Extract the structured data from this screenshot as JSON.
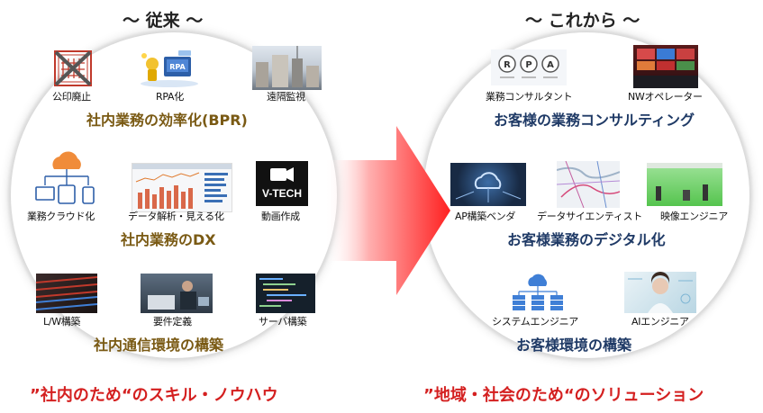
{
  "left": {
    "heading": "～ 従来 ～",
    "items": [
      {
        "label": "公印廃止",
        "icon": "seal-stamp-icon"
      },
      {
        "label": "RPA化",
        "icon": "rpa-robot-icon"
      },
      {
        "label": "遠隔監視",
        "icon": "remote-monitoring-photo"
      },
      {
        "label": "業務クラウド化",
        "icon": "cloud-devices-icon"
      },
      {
        "label": "データ解析・見える化",
        "icon": "data-dashboard-chart"
      },
      {
        "label": "動画作成",
        "icon": "video-camera-logo"
      },
      {
        "label": "L/W構築",
        "icon": "network-rack-photo"
      },
      {
        "label": "要件定義",
        "icon": "meeting-photo"
      },
      {
        "label": "サーバ構築",
        "icon": "code-screen-photo"
      }
    ],
    "categories": [
      "社内業務の効率化(BPR)",
      "社内業務のDX",
      "社内通信環境の構築"
    ],
    "vtech_text": "V-TECH",
    "footer": "”社内のため“のスキル・ノウハウ"
  },
  "right": {
    "heading": "～ これから ～",
    "items": [
      {
        "label": "業務コンサルタント",
        "icon": "rpa-circles-icon"
      },
      {
        "label": "NWオペレーター",
        "icon": "operation-center-photo"
      },
      {
        "label": "AP構築ベンダ",
        "icon": "cloud-tech-photo"
      },
      {
        "label": "データサイエンティスト",
        "icon": "map-data-photo"
      },
      {
        "label": "映像エンジニア",
        "icon": "green-studio-photo"
      },
      {
        "label": "システムエンジニア",
        "icon": "cloud-servers-icon"
      },
      {
        "label": "AIエンジニア",
        "icon": "ai-person-photo"
      }
    ],
    "categories": [
      "お客様の業務コンサルティング",
      "お客様業務のデジタル化",
      "お客様環境の構築"
    ],
    "rpa_letters": [
      "R",
      "P",
      "A"
    ],
    "footer": "”地域・社会のため“のソリューション"
  },
  "colors": {
    "left_category": "#7a5a14",
    "right_category": "#1f3a66",
    "footer": "#d42020",
    "arrow": "#ff2a2a"
  }
}
